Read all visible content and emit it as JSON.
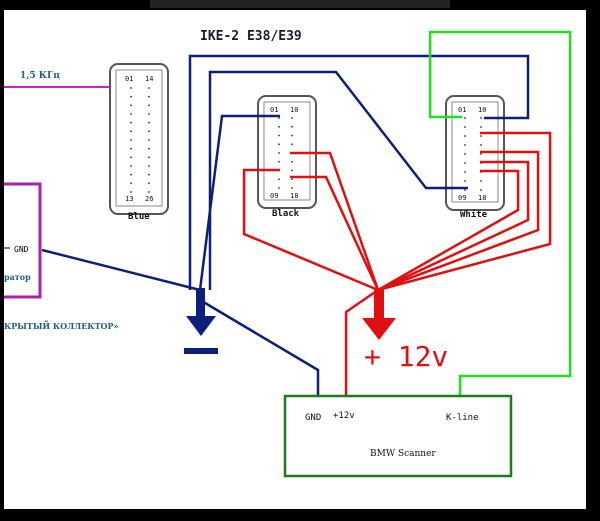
{
  "title": "IKE-2 E38/E39",
  "frequency_label": "1,5 КГц",
  "generator_gnd_label": "GND",
  "generator_fragment": "ратор",
  "collector_fragment": "КРЫТЫЙ КОЛЛЕКТОР»",
  "plus12_label": "+ 12v",
  "connectors": {
    "blue": {
      "name": "Blue",
      "pin_top_left": "01",
      "pin_top_right": "14",
      "pin_bottom_left": "13",
      "pin_bottom_right": "26"
    },
    "black": {
      "name": "Black",
      "pin_top_left": "01",
      "pin_top_right": "10",
      "pin_bottom_left": "09",
      "pin_bottom_right": "18"
    },
    "white": {
      "name": "White",
      "pin_top_left": "01",
      "pin_top_right": "10",
      "pin_bottom_left": "09",
      "pin_bottom_right": "18"
    }
  },
  "scanner": {
    "title": "BMW Scanner",
    "gnd_label": "GND",
    "plus12_label": "+12v",
    "kline_label": "K-line"
  },
  "colors": {
    "ground_wire": "#0d1f7a",
    "power_wire": "#e01010",
    "kline_wire": "#22dd22",
    "signal_wire": "#cc22cc",
    "scanner_box": "#1e7a1e",
    "generator_box": "#aa22aa"
  }
}
